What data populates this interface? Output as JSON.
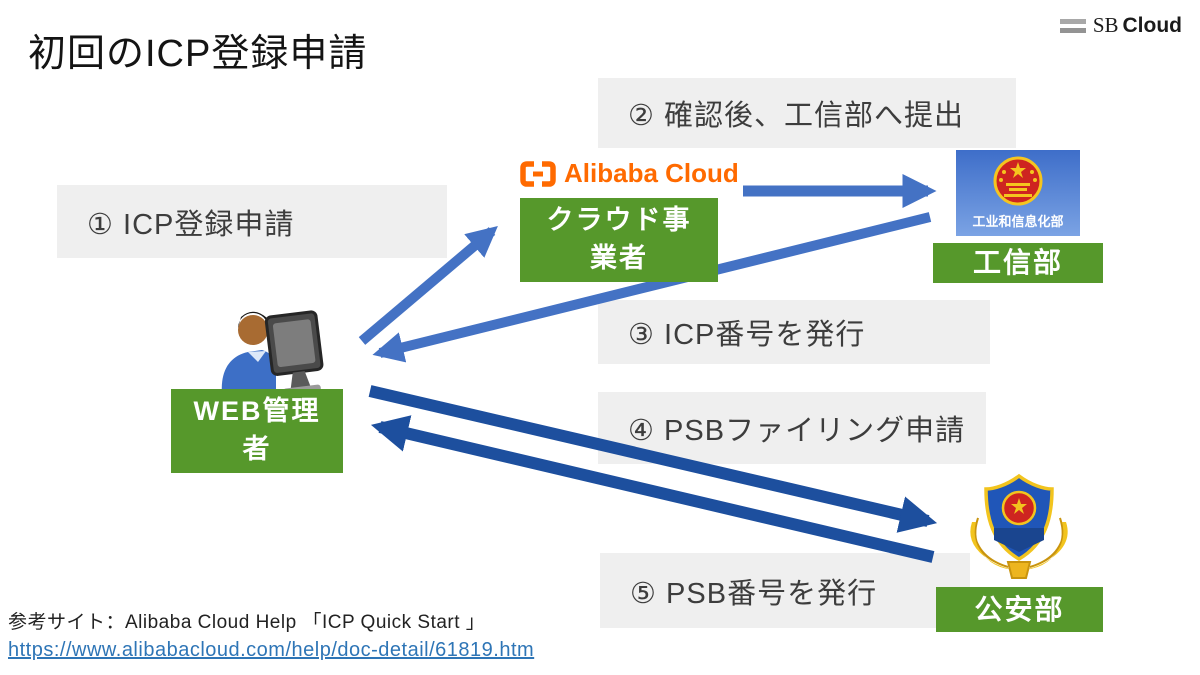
{
  "slide": {
    "title": "初回のICP登録申請",
    "brand": {
      "sb": "SB",
      "cloud": "Cloud"
    }
  },
  "steps": [
    {
      "label": "① ICP登録申請"
    },
    {
      "label": "② 確認後、工信部へ提出"
    },
    {
      "label": "③ ICP番号を発行"
    },
    {
      "label": "④ PSBファイリング申請"
    },
    {
      "label": "⑤ PSB番号を発行"
    }
  ],
  "entities": {
    "cloud_provider": {
      "label": "クラウド事業者",
      "vendor_logo_text": "Alibaba Cloud"
    },
    "miit": {
      "label": "工信部",
      "emblem_caption": "工业和信息化部"
    },
    "web_admin": {
      "label": "WEB管理者"
    },
    "psb": {
      "label": "公安部"
    }
  },
  "footer": {
    "reference": "参考サイト：Alibaba Cloud Help 「ICP Quick Start 」",
    "link": "https://www.alibabacloud.com/help/doc-detail/61819.htm"
  },
  "colors": {
    "green": "#56982B",
    "arrow-med": "#4472C4",
    "arrow-dark": "#1D4F9E",
    "orange": "#FF6A00",
    "step-bg": "#EFEFEF",
    "link": "#2E75B6"
  }
}
